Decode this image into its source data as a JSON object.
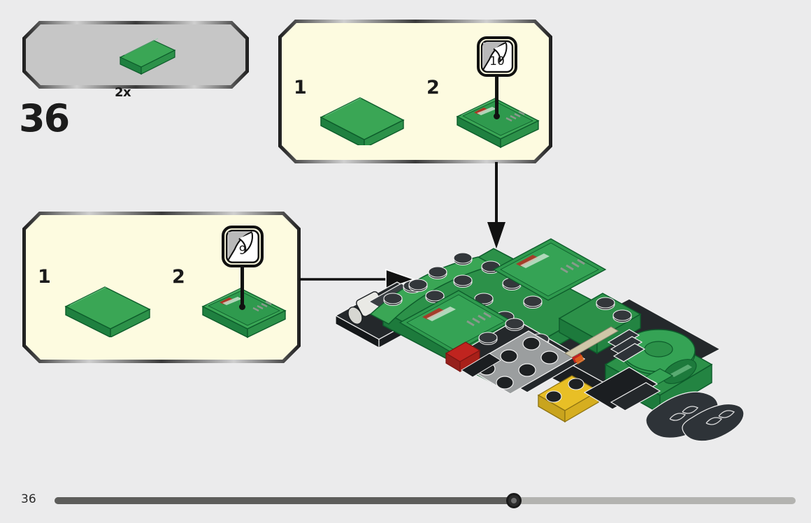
{
  "page": {
    "step_number": "36",
    "footer_page_label": "36",
    "background_color": "#ebebec"
  },
  "parts_box": {
    "name": "parts-callout",
    "quantity_label": "2x",
    "background_color": "#c6c6c6",
    "part": {
      "type": "tile-1x4",
      "color_name": "green",
      "color_top": "#3aa655",
      "color_side": "#1f8040",
      "color_front": "#2c9149"
    }
  },
  "substeps": [
    {
      "id": "substep-top",
      "background_color": "#fdfbe0",
      "steps": [
        {
          "label": "1",
          "part": "plain-green-tile"
        },
        {
          "label": "2",
          "part": "green-tile-with-sticker"
        }
      ],
      "sticker_badge": {
        "number": "10",
        "icon": "sticker-peel-icon"
      }
    },
    {
      "id": "substep-bottom",
      "background_color": "#fdfbe0",
      "steps": [
        {
          "label": "1",
          "part": "plain-green-tile"
        },
        {
          "label": "2",
          "part": "green-tile-with-sticker"
        }
      ],
      "sticker_badge": {
        "number": "9",
        "icon": "sticker-peel-icon"
      }
    }
  ],
  "arrows": [
    {
      "name": "placement-arrow-down",
      "direction": "down"
    },
    {
      "name": "placement-arrow-right",
      "direction": "right"
    }
  ],
  "model": {
    "name": "aston-martin-race-car-assembly",
    "colors": {
      "body_green_light": "#3aa655",
      "body_green_mid": "#2c9149",
      "body_green_dark": "#1d7a3c",
      "chassis_dark": "#2e3338",
      "chassis_black": "#1b1e21",
      "light_gray": "#9b9e9f",
      "accent_red": "#c0241f",
      "accent_yellow": "#e8bf26",
      "accent_silver": "#d7d7d2"
    }
  },
  "progress": {
    "percent": 62,
    "track_color": "#b3b3b0",
    "fill_color": "#5d5d5b",
    "thumb_color": "#2b2b2b"
  }
}
